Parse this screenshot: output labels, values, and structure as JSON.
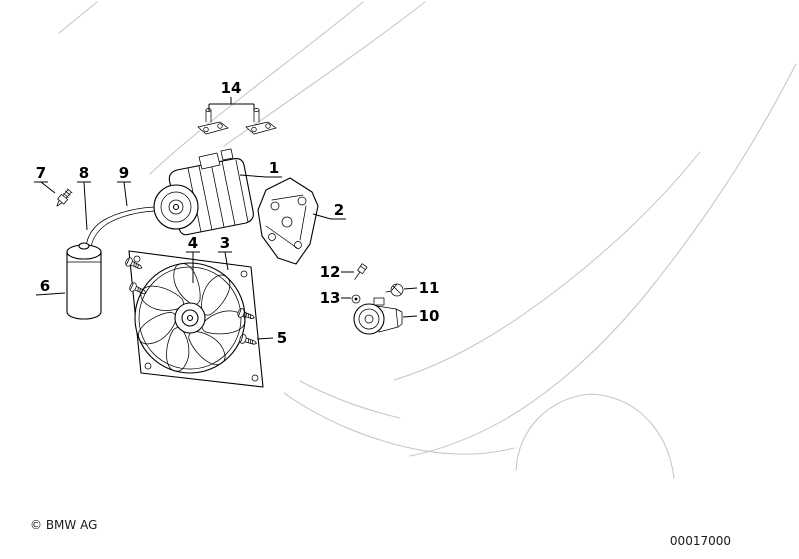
{
  "callouts": {
    "n1": "1",
    "n2": "2",
    "n3": "3",
    "n4": "4",
    "n5": "5",
    "n6": "6",
    "n7": "7",
    "n8": "8",
    "n9": "9",
    "n10": "10",
    "n11": "11",
    "n12": "12",
    "n13": "13",
    "n14": "14"
  },
  "footer": {
    "copyright": "© BMW AG",
    "diagram_number": "00017000"
  }
}
